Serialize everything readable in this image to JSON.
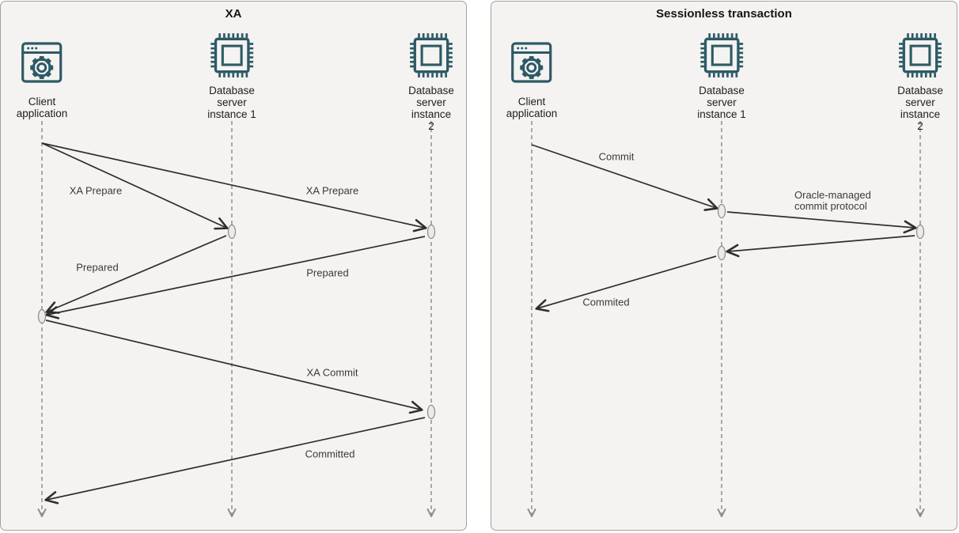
{
  "colors": {
    "icon": "#2d5a66",
    "arrow": "#2e2e2e",
    "panel_background": "#f4f3f1",
    "panel_border": "#a6a098",
    "lifeline": "#8f8f8f",
    "label_text": "#3a3a3a",
    "title_text": "#161616",
    "activation_fill": "#ecebe8",
    "activation_border": "#908b85"
  },
  "panels": [
    {
      "title": "XA",
      "actors": [
        {
          "icon": "client-application-icon",
          "lines": [
            "Client",
            "application"
          ]
        },
        {
          "icon": "chip-icon",
          "lines": [
            "Database",
            "server",
            "instance 1"
          ]
        },
        {
          "icon": "chip-icon",
          "lines": [
            "Database",
            "server",
            "instance 2"
          ]
        }
      ],
      "messages": [
        {
          "from": "Client application",
          "to": "Database server instance 1",
          "label": "XA Prepare"
        },
        {
          "from": "Client application",
          "to": "Database server instance 2",
          "label": "XA Prepare"
        },
        {
          "from": "Database server instance 1",
          "to": "Client application",
          "label": "Prepared"
        },
        {
          "from": "Database server instance 2",
          "to": "Client application",
          "label": "Prepared"
        },
        {
          "from": "Client application",
          "to": "Database server instance 2",
          "label": "XA Commit"
        },
        {
          "from": "Database server instance 2",
          "to": "Client application",
          "label": "Committed"
        }
      ]
    },
    {
      "title": "Sessionless transaction",
      "actors": [
        {
          "icon": "client-application-icon",
          "lines": [
            "Client",
            "application"
          ]
        },
        {
          "icon": "chip-icon",
          "lines": [
            "Database",
            "server",
            "instance 1"
          ]
        },
        {
          "icon": "chip-icon",
          "lines": [
            "Database",
            "server",
            "instance 2"
          ]
        }
      ],
      "messages": [
        {
          "from": "Client application",
          "to": "Database server instance 1",
          "label": "Commit"
        },
        {
          "from": "Database server instance 1",
          "to": "Database server instance 2",
          "lines": [
            "Oracle-managed",
            "commit protocol"
          ]
        },
        {
          "from": "Database server instance 2",
          "to": "Database server instance 1",
          "label": ""
        },
        {
          "from": "Database server instance 1",
          "to": "Client application",
          "label": "Commited"
        }
      ]
    }
  ]
}
